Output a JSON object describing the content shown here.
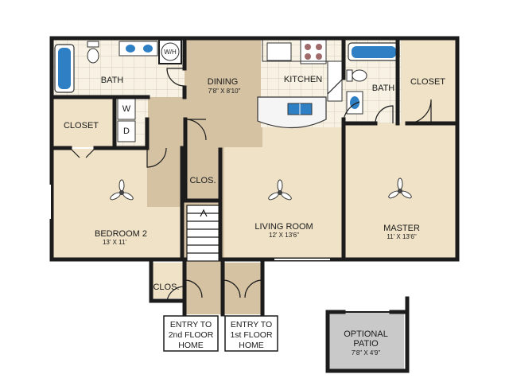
{
  "colors": {
    "wall": "#1c1c1c",
    "floor_beige": "#efe2c6",
    "floor_tan": "#d4c2a3",
    "tile": "#f7f2e3",
    "tile_grid": "#d9ceb8",
    "counter": "#f5f5f5",
    "water": "#2f7fc4",
    "patio_fill": "#c9c9c9"
  },
  "rooms": {
    "bath1": {
      "name": "BATH"
    },
    "closet1": {
      "name": "CLOSET"
    },
    "bedroom2": {
      "name": "BEDROOM 2",
      "dim": "13' X 11'"
    },
    "dining": {
      "name": "DINING",
      "dim": "7'8\" X 8'10\""
    },
    "kitchen": {
      "name": "KITCHEN"
    },
    "bath2": {
      "name": "BATH"
    },
    "closet2": {
      "name": "CLOSET"
    },
    "clos_hall": {
      "name": "CLOS."
    },
    "living": {
      "name": "LIVING ROOM",
      "dim": "12' X 13'6\""
    },
    "master": {
      "name": "MASTER",
      "dim": "11' X 13'6\""
    },
    "clos_entry": {
      "name": "CLOS."
    }
  },
  "appliances": {
    "water_heater": "W/H",
    "washer": "W",
    "dryer": "D"
  },
  "entries": {
    "entry2": {
      "line1": "ENTRY TO",
      "line2": "2nd FLOOR",
      "line3": "HOME"
    },
    "entry1": {
      "line1": "ENTRY TO",
      "line2": "1st FLOOR",
      "line3": "HOME"
    }
  },
  "patio": {
    "line1": "OPTIONAL",
    "line2": "PATIO",
    "dim": "7'8\" X 4'9\""
  }
}
